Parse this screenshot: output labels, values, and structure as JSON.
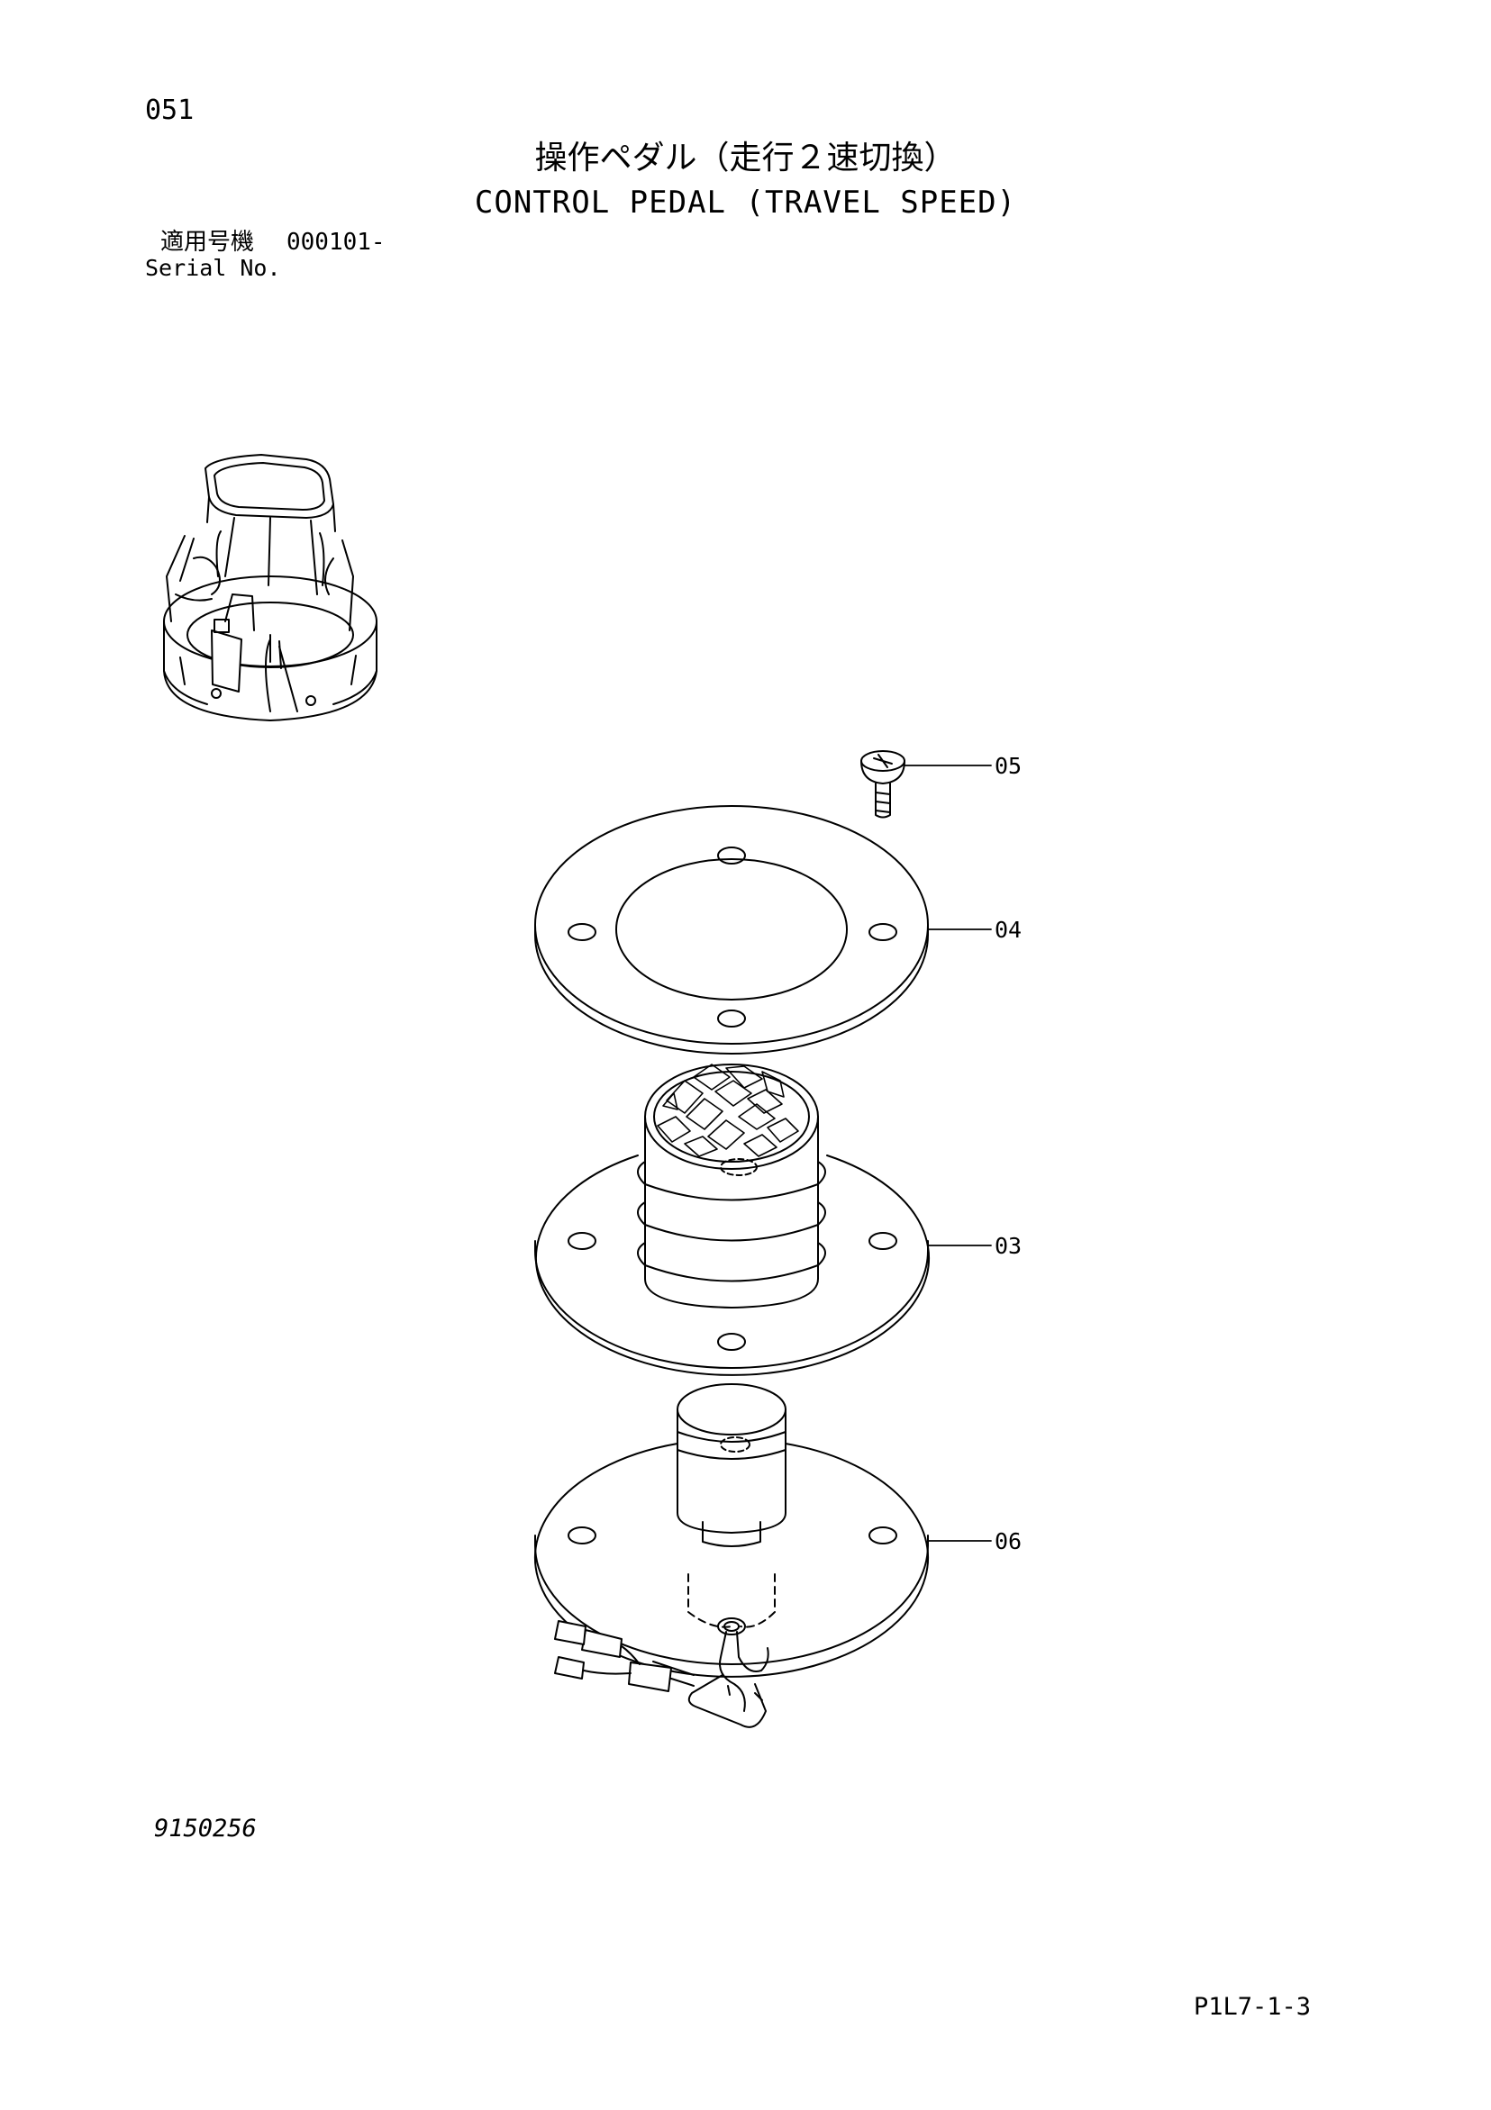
{
  "header": {
    "page_number": "051",
    "title_ja": "操作ペダル（走行２速切換）",
    "title_en": "CONTROL PEDAL (TRAVEL SPEED)",
    "serial_label_ja": "適用号機",
    "serial_value": "000101-",
    "serial_label_en": "Serial No."
  },
  "parts": [
    {
      "callout": "05",
      "name": "screw"
    },
    {
      "callout": "04",
      "name": "cover-plate"
    },
    {
      "callout": "03",
      "name": "pedal-plate"
    },
    {
      "callout": "06",
      "name": "switch-plate"
    }
  ],
  "footer": {
    "drawing_number": "9150256",
    "sheet_code": "P1L7-1-3"
  }
}
